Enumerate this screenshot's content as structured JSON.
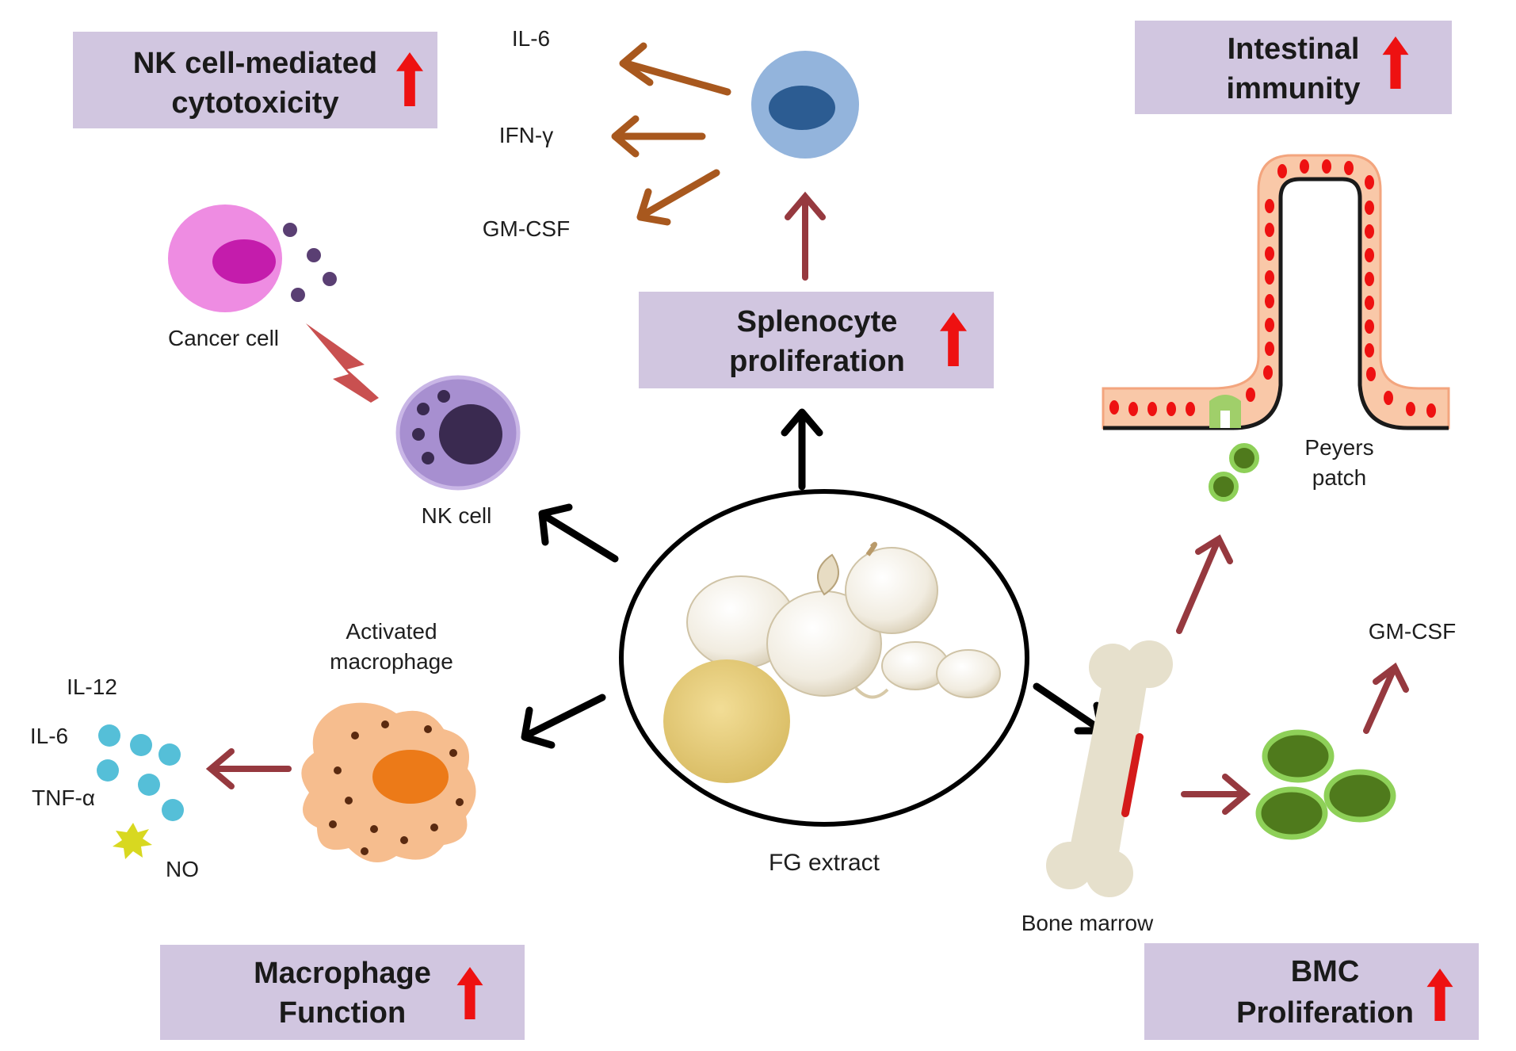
{
  "boxes": {
    "nk_cytotoxicity": [
      "NK cell-mediated",
      "cytotoxicity"
    ],
    "splenocyte": [
      "Splenocyte",
      "proliferation"
    ],
    "intestinal": [
      "Intestinal",
      "immunity"
    ],
    "macrophage": [
      "Macrophage",
      "Function"
    ],
    "bmc": [
      "BMC",
      "Proliferation"
    ]
  },
  "box_trend": "up",
  "labels": {
    "splenocyte_outputs": [
      "IL-6",
      "IFN-γ",
      "GM-CSF"
    ],
    "cancer_cell": "Cancer cell",
    "nk_cell": "NK cell",
    "activated_macrophage": [
      "Activated",
      "macrophage"
    ],
    "macrophage_outputs": [
      "IL-12",
      "IL-6",
      "TNF-α",
      "NO"
    ],
    "center": "FG extract",
    "bone_marrow": "Bone marrow",
    "bmc_output": "GM-CSF",
    "peyers_patch": [
      "Peyers",
      "patch"
    ]
  },
  "colors": {
    "box_fill": "#d1c6e0",
    "up_arrow": "#ee1111",
    "brown_arrow": "#a8581e",
    "maroon_arrow": "#96393f",
    "main_arrow": "#000000"
  }
}
